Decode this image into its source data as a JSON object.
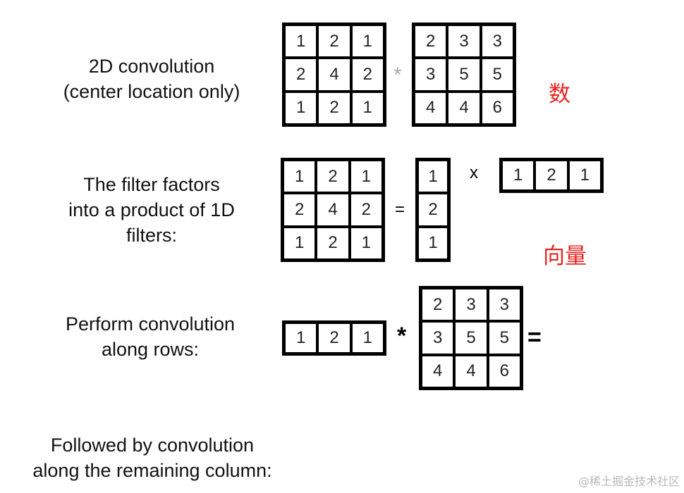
{
  "rows": {
    "row1": [
      "2D convolution",
      "(center location only)"
    ],
    "row2": [
      "The filter factors",
      "into a product of 1D",
      "filters:"
    ],
    "row3": [
      "Perform convolution",
      "along rows:"
    ],
    "row4": [
      "Followed by convolution",
      "along the remaining column:"
    ]
  },
  "matrices": {
    "kernel": [
      [
        "1",
        "2",
        "1"
      ],
      [
        "2",
        "4",
        "2"
      ],
      [
        "1",
        "2",
        "1"
      ]
    ],
    "image": [
      [
        "2",
        "3",
        "3"
      ],
      [
        "3",
        "5",
        "5"
      ],
      [
        "4",
        "4",
        "6"
      ]
    ],
    "col_vector": [
      "1",
      "2",
      "1"
    ],
    "row_vector": [
      "1",
      "2",
      "1"
    ]
  },
  "operators": {
    "convolve_light": "*",
    "equals": "=",
    "times": "x",
    "convolve_bold": "*",
    "equals_bold": "="
  },
  "annotations": {
    "scalar": "数",
    "vector": "向量"
  },
  "watermark": "@稀土掘金技术社区",
  "colors": {
    "annotation": "#e8231f",
    "light_operator": "#aaaaaa"
  }
}
